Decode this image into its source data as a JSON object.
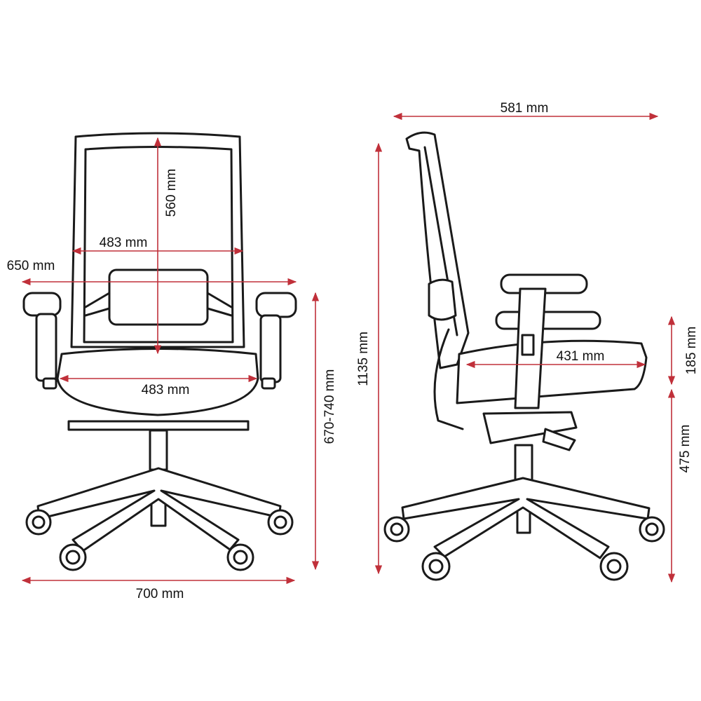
{
  "colors": {
    "dimension": "#c0303a",
    "outline": "#1a1a1a",
    "background": "#ffffff"
  },
  "front_view": {
    "backrest_height": "560 mm",
    "backrest_width": "483 mm",
    "armrest_width": "650 mm",
    "seat_width": "483 mm",
    "seat_height_range": "670-740 mm",
    "base_width": "700 mm"
  },
  "side_view": {
    "depth": "581 mm",
    "total_height": "1135 mm",
    "seat_depth": "431 mm",
    "arm_height": "185 mm",
    "seat_height": "475 mm"
  }
}
